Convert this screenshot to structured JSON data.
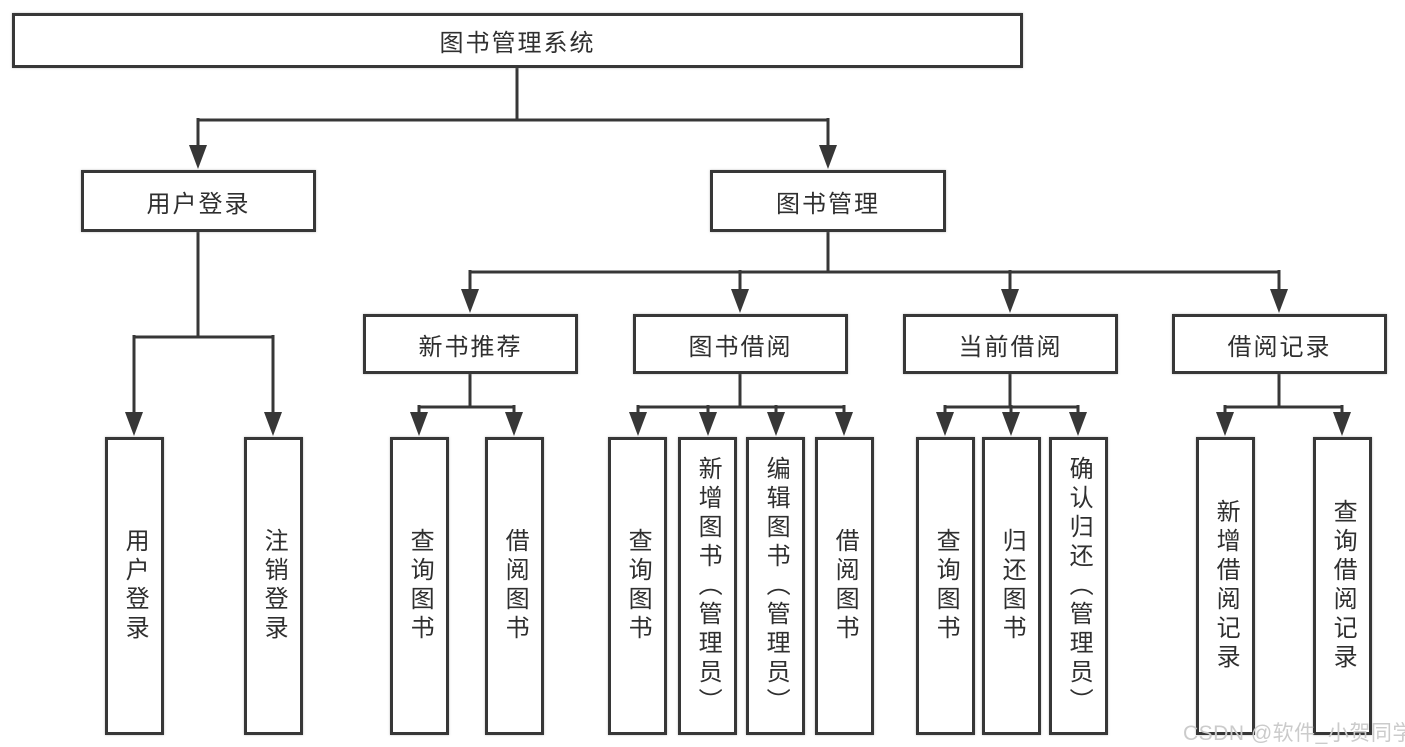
{
  "diagram_title": "图书管理系统",
  "watermark": "CSDN @软件_小贺同学",
  "colors": {
    "line": "#373737",
    "box_border": "#373737",
    "text": "#2f2f2f",
    "background": "#ffffff",
    "watermark": "#cbcbcb"
  },
  "nodes": {
    "root": "图书管理系统",
    "user_login": "用户登录",
    "book_management": "图书管理",
    "new_book_recommend": "新书推荐",
    "book_borrow": "图书借阅",
    "current_borrow": "当前借阅",
    "borrow_records": "借阅记录",
    "leaf_user_login": "用户登录",
    "leaf_logout": "注销登录",
    "leaf_nb_query_books": "查询图书",
    "leaf_nb_borrow_books": "借阅图书",
    "leaf_bb_query_books": "查询图书",
    "leaf_bb_add_books": "新增图书（管理员）",
    "leaf_bb_edit_books": "编辑图书（管理员）",
    "leaf_bb_borrow_books": "借阅图书",
    "leaf_cb_query_books": "查询图书",
    "leaf_cb_return_books": "归还图书",
    "leaf_cb_confirm_return": "确认归还（管理员）",
    "leaf_rec_add": "新增借阅记录",
    "leaf_rec_query": "查询借阅记录"
  },
  "hierarchy": {
    "图书管理系统": {
      "用户登录": [
        "用户登录",
        "注销登录"
      ],
      "图书管理": {
        "新书推荐": [
          "查询图书",
          "借阅图书"
        ],
        "图书借阅": [
          "查询图书",
          "新增图书（管理员）",
          "编辑图书（管理员）",
          "借阅图书"
        ],
        "当前借阅": [
          "查询图书",
          "归还图书",
          "确认归还（管理员）"
        ],
        "借阅记录": [
          "新增借阅记录",
          "查询借阅记录"
        ]
      }
    }
  }
}
